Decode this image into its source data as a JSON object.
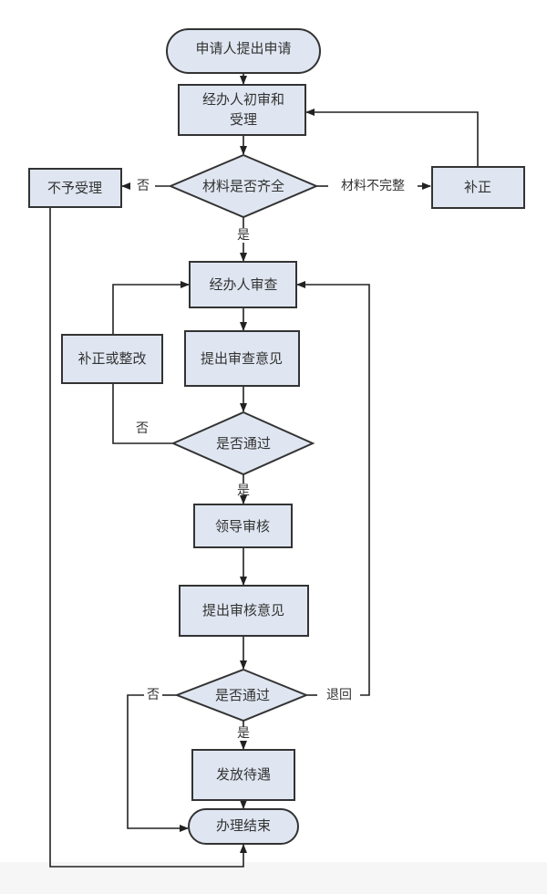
{
  "nodes": {
    "start": "申请人提出申请",
    "initial_review_line1": "经办人初审和",
    "initial_review_line2": "受理",
    "materials_complete": "材料是否齐全",
    "reject": "不予受理",
    "correct": "补正",
    "officer_review": "经办人审查",
    "correct_or_rectify": "补正或整改",
    "review_opinion": "提出审查意见",
    "pass1": "是否通过",
    "leader_review": "领导审核",
    "audit_opinion": "提出审核意见",
    "pass2": "是否通过",
    "grant": "发放待遇",
    "end": "办理结束"
  },
  "edge_labels": {
    "no1": "否",
    "incomplete": "材料不完整",
    "yes1": "是",
    "no2": "否",
    "yes2": "是",
    "no3": "否",
    "return": "退回",
    "yes3": "是"
  },
  "colors": {
    "fill": "#dfe6f1",
    "stroke": "#333333"
  }
}
